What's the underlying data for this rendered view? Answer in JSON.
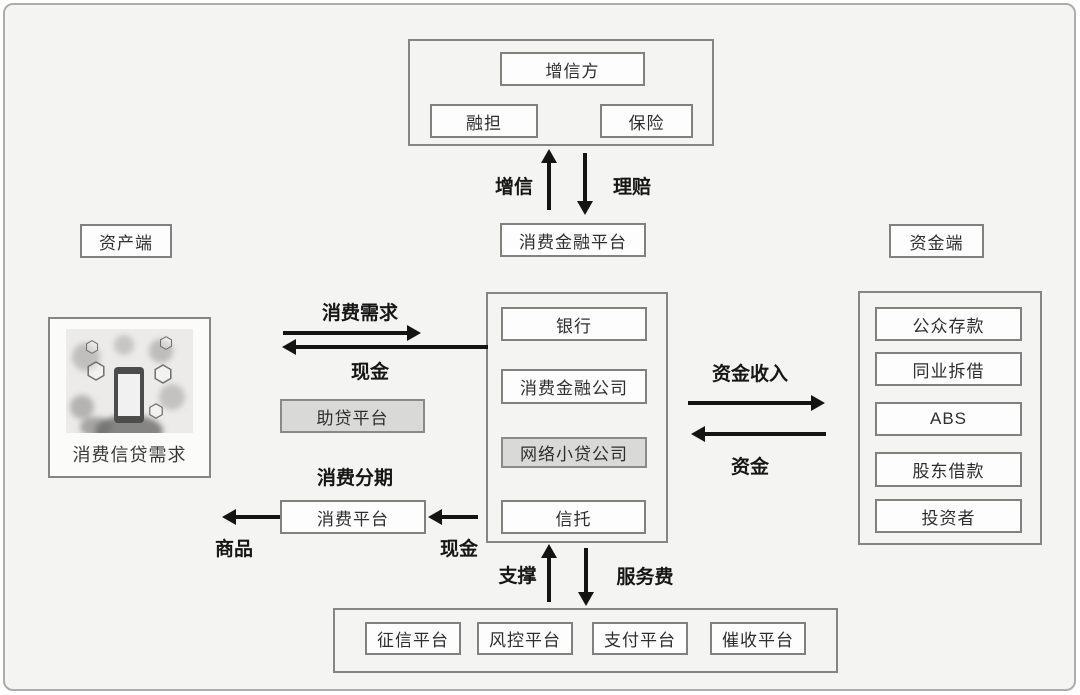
{
  "side_labels": {
    "asset": "资产端",
    "funding": "资金端"
  },
  "credit_enhancement": {
    "title": "增信方",
    "members": [
      "融担",
      "保险"
    ],
    "arrow_up": "增信",
    "arrow_down": "理赔"
  },
  "platform": {
    "label": "消费金融平台"
  },
  "asset_side": {
    "demand_caption": "消费信贷需求",
    "flow_demand": "消费需求",
    "flow_cash": "现金",
    "assist_platform": "助贷平台",
    "installment": "消费分期",
    "consumer_platform": "消费平台",
    "flow_goods": "商品",
    "flow_cash2": "现金"
  },
  "lenders": {
    "items": [
      "银行",
      "消费金融公司",
      "网络小贷公司",
      "信托"
    ],
    "highlighted": "网络小贷公司"
  },
  "funding_side": {
    "flow_income": "资金收入",
    "flow_funds": "资金",
    "sources": [
      "公众存款",
      "同业拆借",
      "ABS",
      "股东借款",
      "投资者"
    ]
  },
  "support_layer": {
    "arrow_up": "支撑",
    "arrow_down": "服务费",
    "platforms": [
      "征信平台",
      "风控平台",
      "支付平台",
      "催收平台"
    ]
  },
  "colors": {
    "background": "#f4f4f3",
    "box_border": "#818181",
    "box_fill": "#fdfdfd",
    "highlight_fill": "#d9d9d8",
    "text": "#2e2e2e",
    "arrow": "#141414"
  }
}
